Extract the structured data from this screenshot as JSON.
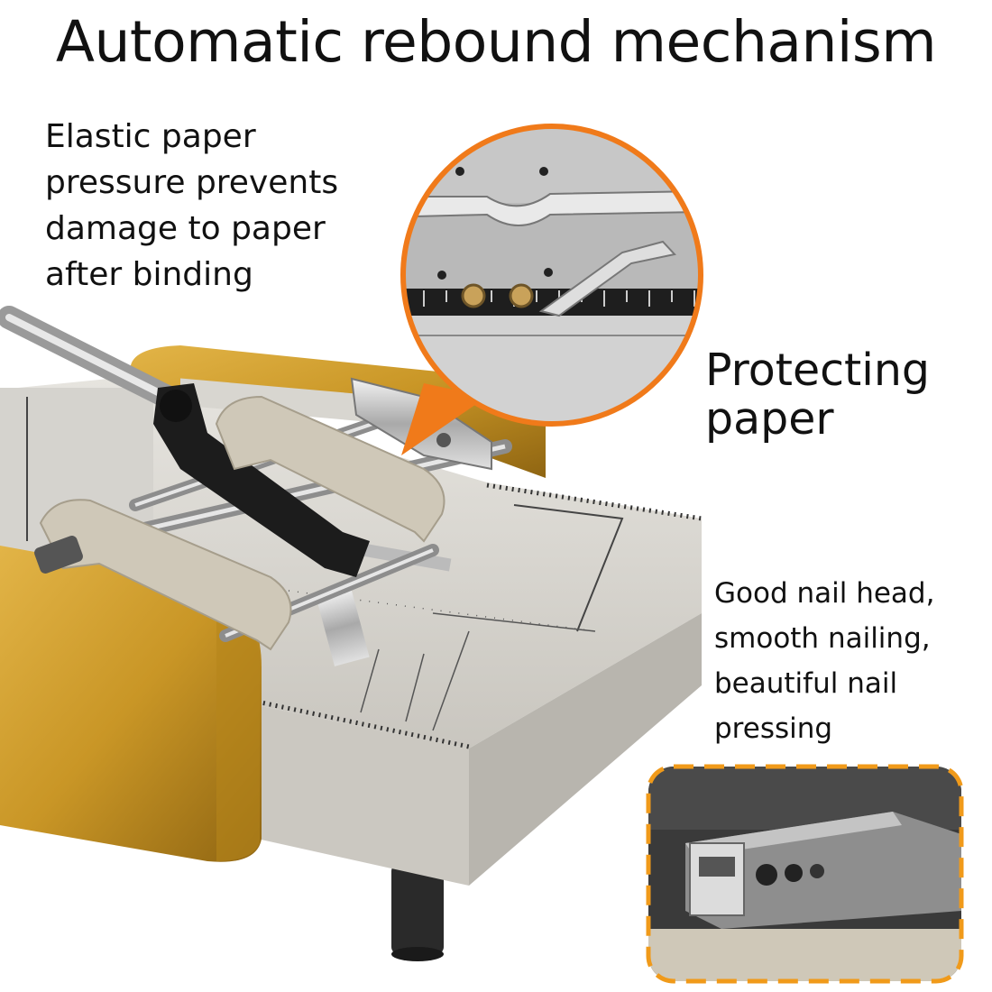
{
  "title": "Automatic rebound mechanism",
  "callouts": {
    "elastic": "Elastic paper pressure prevents damage to paper after binding",
    "protecting": "Protecting paper",
    "nail": "Good nail head, smooth nailing, beautiful nail pressing"
  },
  "colors": {
    "accent_orange": "#f07a1a",
    "dash_orange": "#f09a1a",
    "gold_body": "#c99626",
    "base_gray": "#d8d6d0",
    "handle_beige": "#cfc8b8"
  }
}
